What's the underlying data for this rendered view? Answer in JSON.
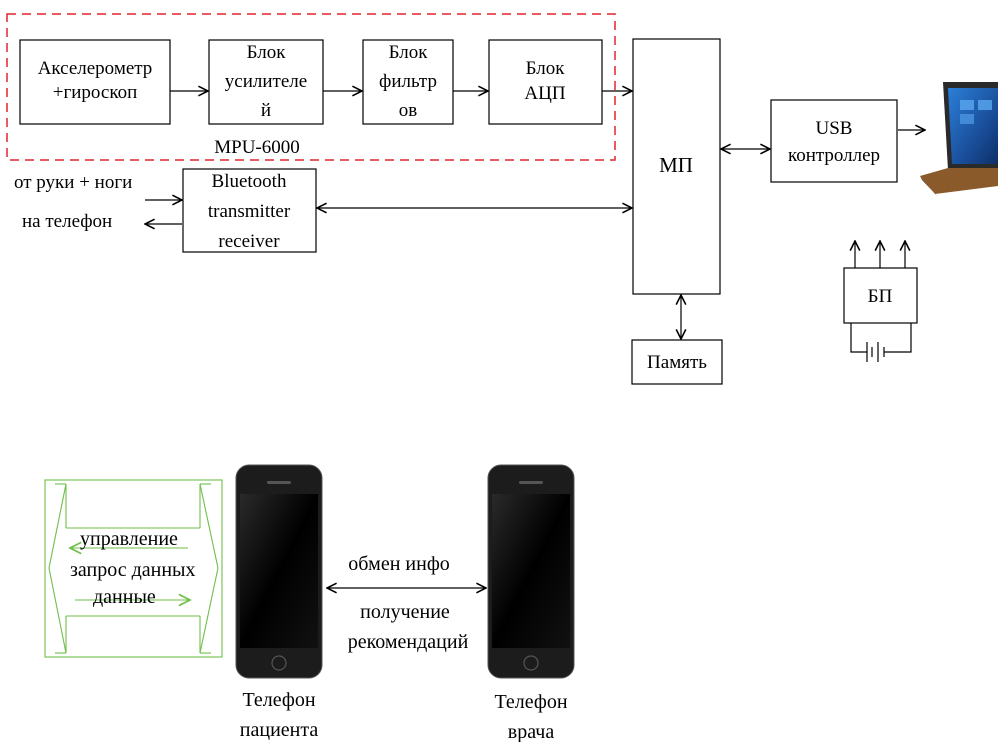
{
  "blocks": {
    "accel_line1": "Акселерометр",
    "accel_line2": "+гироскоп",
    "amp_line1": "Блок",
    "amp_line2": "усилителе",
    "amp_line3": "й",
    "filt_line1": "Блок",
    "filt_line2": "фильтр",
    "filt_line3": "ов",
    "adc_line1": "Блок",
    "adc_line2": "АЦП",
    "mpu_label": "MPU-6000",
    "mp": "МП",
    "usb_line1": "USB",
    "usb_line2": "контроллер",
    "bt_line1": "Bluetooth",
    "bt_line2": "transmitter",
    "bt_line3": "receiver",
    "memory": "Память",
    "psu": "БП"
  },
  "side_labels": {
    "from_limbs": "от руки + ноги",
    "to_phone": "на телефон"
  },
  "bottom": {
    "control": "управление",
    "request": "запрос данных",
    "data": "данные",
    "exchange": "обмен инфо",
    "recv_line1": "получение",
    "recv_line2": "рекомендаций",
    "patient_line1": "Телефон",
    "patient_line2": "пациента",
    "doctor_line1": "Телефон",
    "doctor_line2": "врача"
  },
  "colors": {
    "dashed_border": "#e0262d",
    "green_frame": "#6fbf4a",
    "line": "#000000"
  }
}
